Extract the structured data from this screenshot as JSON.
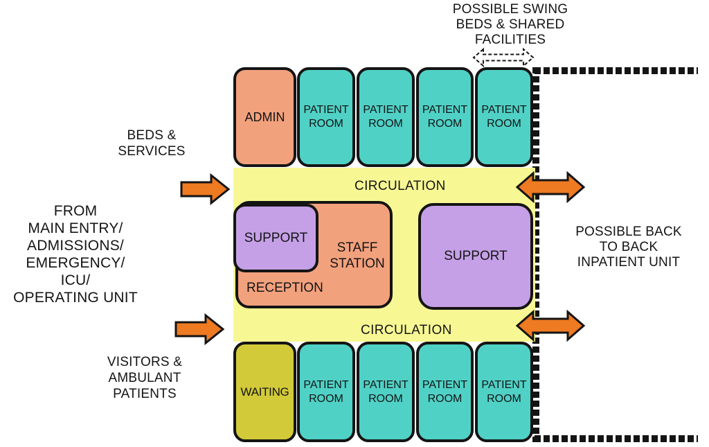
{
  "colors": {
    "salmon": "#F2A17D",
    "teal": "#50D1C6",
    "yellow": "#F7F894",
    "purple": "#C5A0E7",
    "olive": "#D2CA39",
    "orange": "#EE7A22",
    "ink": "#141414"
  },
  "annotations": {
    "swing": "POSSIBLE SWING\nBEDS & SHARED\nFACILITIES",
    "beds_services": "BEDS &\nSERVICES",
    "from_entry": "FROM\nMAIN ENTRY/\nADMISSIONS/\nEMERGENCY/\nICU/\nOPERATING UNIT",
    "visitors": "VISITORS &\nAMBULANT\nPATIENTS",
    "back_to_back": "POSSIBLE BACK\nTO BACK\nINPATIENT UNIT"
  },
  "corridors": {
    "top": "CIRCULATION",
    "bottom": "CIRCULATION"
  },
  "rooms": {
    "admin": "ADMIN",
    "patient": "PATIENT\nROOM",
    "waiting": "WAITING",
    "support_left": "SUPPORT",
    "support_right": "SUPPORT",
    "staff_station": "STAFF\nSTATION",
    "reception": "RECEPTION"
  },
  "icons": {
    "flow_in_top": "right-arrow",
    "flow_in_bottom": "right-arrow",
    "flow_through_top": "double-headed-arrow",
    "flow_through_bottom": "double-headed-arrow",
    "swing_link": "dashed-double-headed-arrow"
  }
}
